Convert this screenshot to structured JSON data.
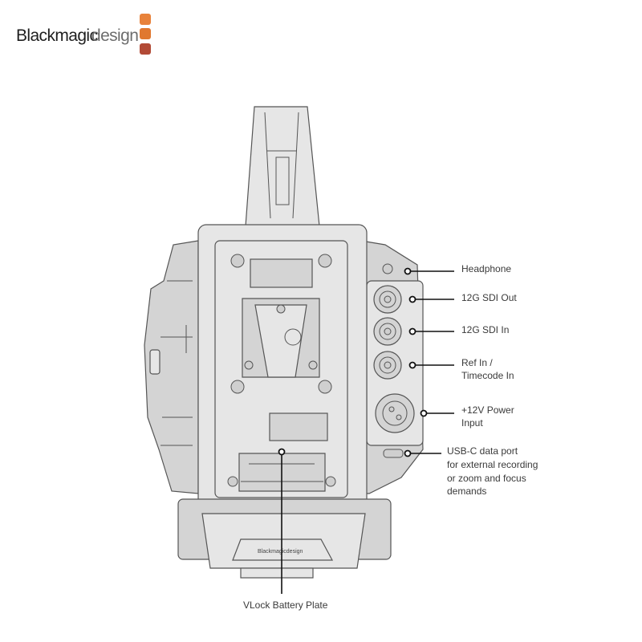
{
  "brand": {
    "name_bold": "Blackmagic",
    "name_light": "design",
    "colors": {
      "top": "#e8823a",
      "middle": "#e0782f",
      "bottom": "#b24a36"
    }
  },
  "camera": {
    "plate_brand": "Blackmagicdesign"
  },
  "callouts": {
    "headphone": {
      "line1": "Headphone"
    },
    "sdi_out": {
      "line1": "12G SDI Out"
    },
    "sdi_in": {
      "line1": "12G SDI In"
    },
    "ref_in": {
      "line1": "Ref In /",
      "line2": "Timecode In"
    },
    "power": {
      "line1": "+12V Power",
      "line2": "Input"
    },
    "usbc": {
      "line1": "USB-C data port",
      "line2": "for external recording",
      "line3": "or zoom and focus",
      "line4": "demands"
    },
    "vlock": {
      "line1": "VLock Battery Plate"
    }
  }
}
